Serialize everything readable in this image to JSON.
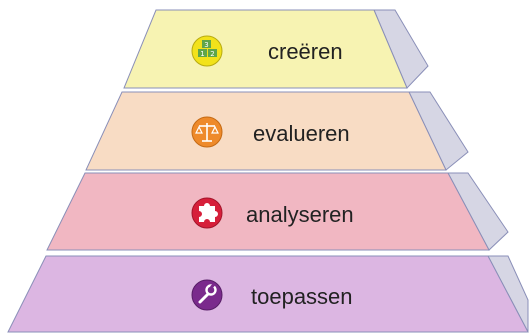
{
  "pyramid": {
    "levels": [
      {
        "label": "creëren",
        "icon": "number-blocks-icon",
        "front_color": "#f7f3b2",
        "side_color": "#d4d4e0",
        "icon_color": "#f2e21a",
        "icon_glyph": "3 12"
      },
      {
        "label": "evalueren",
        "icon": "balance-scale-icon",
        "front_color": "#f8dcc4",
        "side_color": "#d4d4e0",
        "icon_color": "#ee8a2a",
        "icon_glyph": "⚖"
      },
      {
        "label": "analyseren",
        "icon": "puzzle-piece-icon",
        "front_color": "#f1b7c2",
        "side_color": "#d4d4e0",
        "icon_color": "#d61f3a",
        "icon_glyph": "✱"
      },
      {
        "label": "toepassen",
        "icon": "wrench-icon",
        "front_color": "#dcb6e2",
        "side_color": "#d4d4e0",
        "icon_color": "#7a2a8c",
        "icon_glyph": "🔧"
      }
    ],
    "outline_color": "#8a8fb8"
  }
}
